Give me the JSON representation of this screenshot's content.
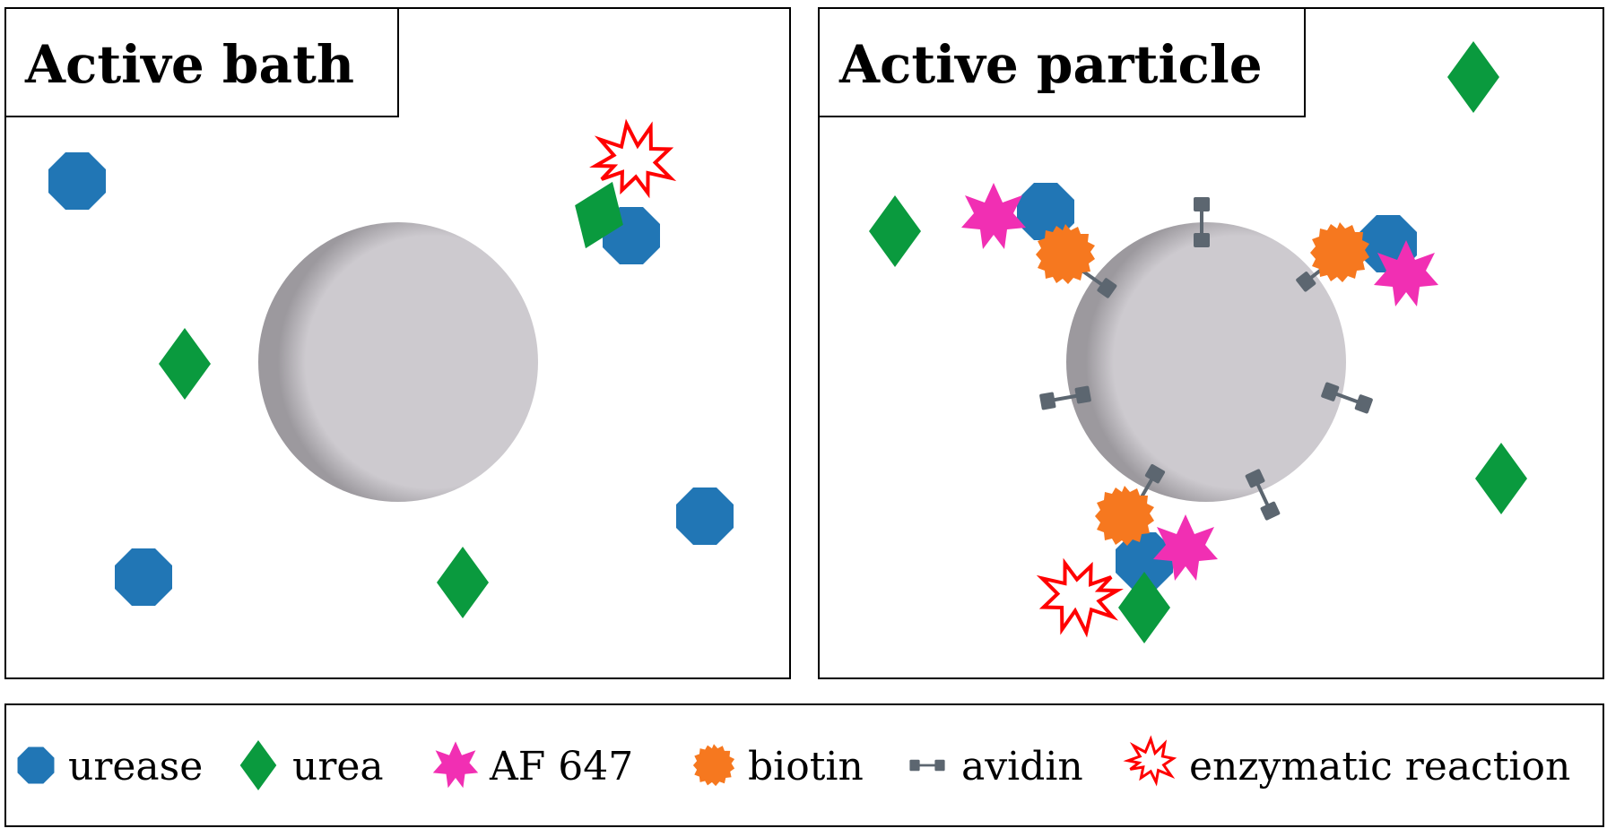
{
  "panels": {
    "active_bath": {
      "title": "Active bath"
    },
    "active_particle": {
      "title": "Active particle"
    }
  },
  "legend": {
    "urease": "urease",
    "urea": "urea",
    "af647": "AF 647",
    "biotin": "biotin",
    "avidin": "avidin",
    "reaction": "enzymatic reaction"
  },
  "colors": {
    "urease": "#2176b5",
    "urea": "#0a9a3e",
    "af647": "#f12fb3",
    "biotin": "#f6781f",
    "avidin": "#5c6670",
    "reaction": "#ff0000",
    "particle": "#cdcacf"
  },
  "icons": [
    "urease-octagon-icon",
    "urea-diamond-icon",
    "af647-star-icon",
    "biotin-starburst-icon",
    "avidin-linker-icon",
    "reaction-burst-icon"
  ]
}
